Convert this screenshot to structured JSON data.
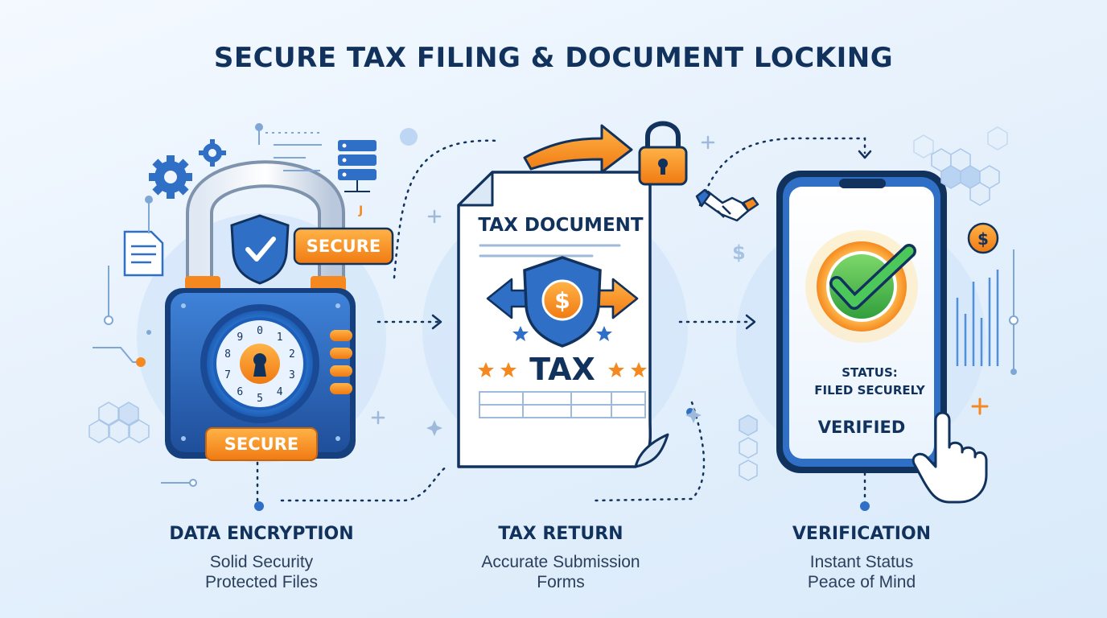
{
  "title": "SECURE TAX FILING & DOCUMENT LOCKING",
  "colors": {
    "navy": "#12325e",
    "blue": "#2f6fc6",
    "orange": "#f5891f",
    "green": "#3cb54a",
    "light_blue": "#cfe3f7"
  },
  "steps": [
    {
      "title": "DATA ENCRYPTION",
      "line1": "Solid Security",
      "line2": "Protected Files",
      "icon": "padlock-icon",
      "badges": {
        "shackle": "SECURE",
        "body": "SECURE"
      },
      "dial_numbers": [
        "0",
        "1",
        "2",
        "3",
        "4",
        "5",
        "6",
        "7",
        "8",
        "9"
      ]
    },
    {
      "title": "TAX RETURN",
      "line1": "Accurate Submission",
      "line2": "Forms",
      "icon": "tax-document-icon",
      "doc_heading": "TAX DOCUMENT",
      "doc_label": "TAX",
      "shield_symbol": "$"
    },
    {
      "title": "VERIFICATION",
      "line1": "Instant Status",
      "line2": "Peace of Mind",
      "icon": "smartphone-icon",
      "status_line1": "STATUS:",
      "status_line2": "FILED SECURELY",
      "verified": "VERIFIED"
    }
  ],
  "decorations": {
    "dollar_sign": "$",
    "pending_mark": "J"
  }
}
